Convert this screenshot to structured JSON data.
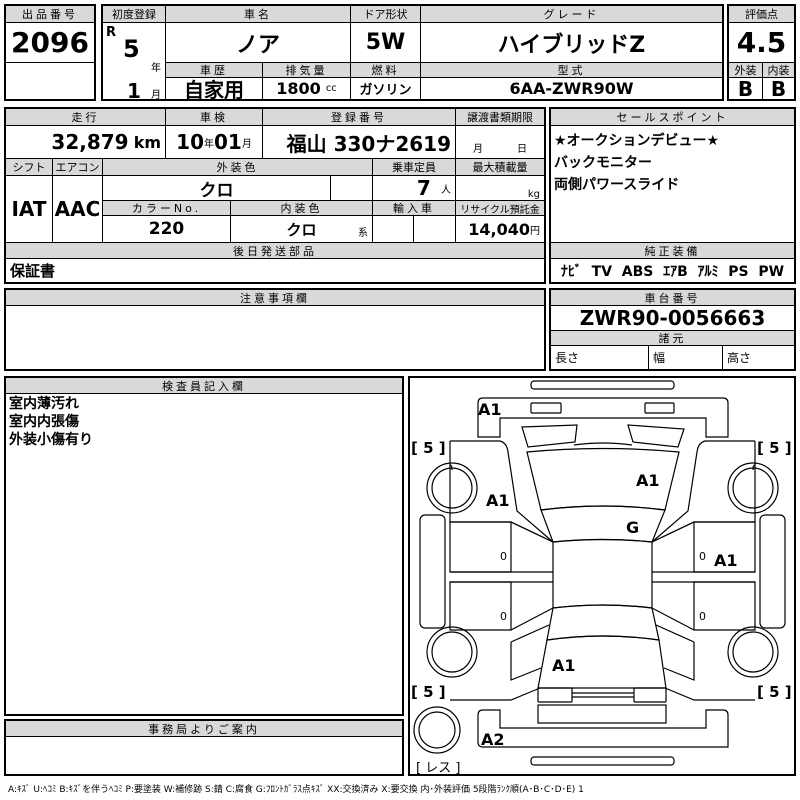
{
  "lot": {
    "label": "出品番号",
    "value": "2096"
  },
  "first_reg": {
    "label": "初度登録",
    "era": "R",
    "year": "5",
    "year_unit": "年",
    "month": "1",
    "month_unit": "月"
  },
  "car_name": {
    "label": "車名",
    "value": "ノア"
  },
  "door": {
    "label": "ドア形状",
    "value": "5W"
  },
  "grade": {
    "label": "グレード",
    "value": "ハイブリッドZ"
  },
  "history": {
    "label": "車歴",
    "value": "自家用"
  },
  "displacement": {
    "label": "排気量",
    "value": "1800",
    "unit": "cc"
  },
  "fuel": {
    "label": "燃料",
    "value": "ガソリン"
  },
  "model_code": {
    "label": "型式",
    "value": "6AA-ZWR90W"
  },
  "score": {
    "label": "評価点",
    "value": "4.5",
    "exterior_label": "外装",
    "interior_label": "内装",
    "exterior": "B",
    "interior": "B"
  },
  "mileage": {
    "label": "走行",
    "value": "32,879",
    "unit": "km"
  },
  "inspection": {
    "label": "車検",
    "year": "10",
    "year_unit": "年",
    "month": "01",
    "month_unit": "月"
  },
  "plate": {
    "label": "登録番号",
    "value": "福山 330ナ2619"
  },
  "transfer_deadline": {
    "label": "譲渡書類期限",
    "month_unit": "月",
    "day_unit": "日"
  },
  "shift": {
    "label": "シフト",
    "value": "IAT"
  },
  "aircon": {
    "label": "エアコン",
    "value": "AAC"
  },
  "ext_color": {
    "label": "外装色",
    "value": "クロ"
  },
  "capacity": {
    "label": "乗車定員",
    "value": "7",
    "unit": "人"
  },
  "max_load": {
    "label": "最大積載量",
    "unit": "kg"
  },
  "color_no": {
    "label": "カラーNo.",
    "value": "220"
  },
  "int_color": {
    "label": "内装色",
    "value": "クロ",
    "suffix": "系"
  },
  "import": {
    "label": "輸入車"
  },
  "recycle": {
    "label": "リサイクル預託金",
    "value": "14,040",
    "unit": "円"
  },
  "later_parts": {
    "label": "後日発送部品",
    "value": "保証書"
  },
  "sales_points": {
    "label": "セールスポイント",
    "items": [
      "★オークションデビュー★",
      "バックモニター",
      "両側パワースライド"
    ]
  },
  "equipment": {
    "label": "純正装備",
    "value": "ﾅﾋﾞ  TV  ABS  ｴｱB  ｱﾙﾐ  PS  PW"
  },
  "notes": {
    "label": "注意事項欄"
  },
  "chassis": {
    "label": "車台番号",
    "value": "ZWR90-0056663"
  },
  "specs": {
    "label": "諸元",
    "length": "長さ",
    "width": "幅",
    "height": "高さ"
  },
  "inspector": {
    "label": "検査員記入欄",
    "lines": [
      "室内薄汚れ",
      "室内内張傷",
      "外装小傷有り"
    ]
  },
  "office": {
    "label": "事務局よりご案内"
  },
  "diagram": {
    "marks": [
      "A1",
      "A1",
      "A1",
      "G",
      "A1",
      "A1",
      "A2"
    ],
    "tires": [
      "[ 5 ]",
      "[ 5 ]",
      "[ 5 ]",
      "[ 5 ]"
    ],
    "spare": "[ レス ]",
    "zeros": [
      "0",
      "0",
      "0",
      "0"
    ]
  },
  "legend": "A:ｷｽﾞ U:ﾍｺﾐ B:ｷｽﾞを伴うﾍｺﾐ P:要塗装 W:補修跡 S:錆 C:腐食 G:ﾌﾛﾝﾄｶﾞﾗｽ点ｷｽﾞ XX:交換済み X:要交換  内･外装評価  5段階ﾗﾝｸ順(A･B･C･D･E) 1"
}
